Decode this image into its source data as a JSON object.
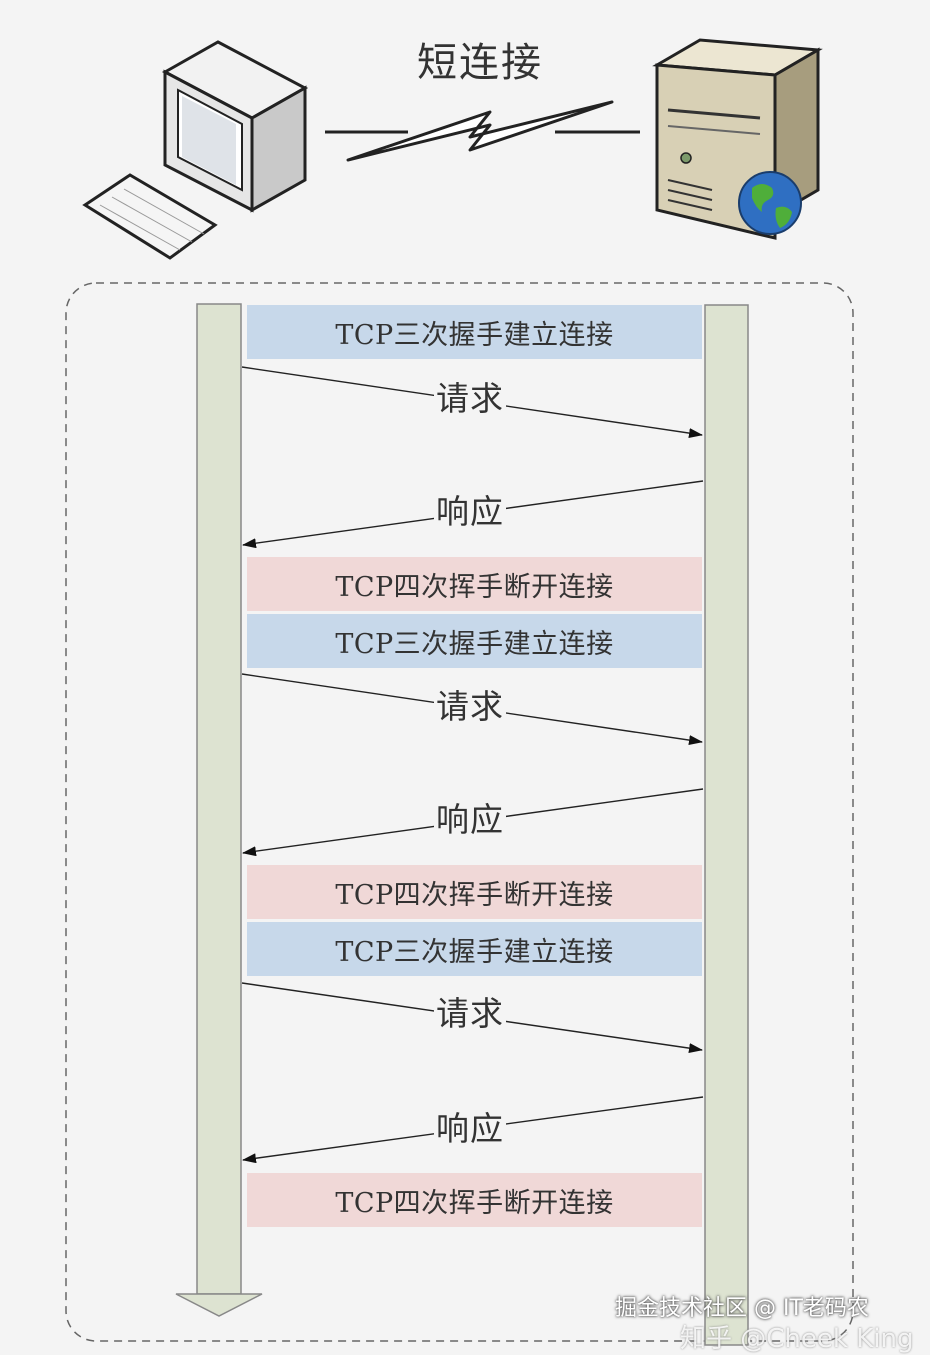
{
  "title": "短连接",
  "sequence": [
    {
      "kind": "band",
      "type": "open",
      "label": "TCP三次握手建立连接"
    },
    {
      "kind": "arrow",
      "direction": "right",
      "label": "请求"
    },
    {
      "kind": "arrow",
      "direction": "left",
      "label": "响应"
    },
    {
      "kind": "band",
      "type": "close",
      "label": "TCP四次挥手断开连接"
    },
    {
      "kind": "band",
      "type": "open",
      "label": "TCP三次握手建立连接"
    },
    {
      "kind": "arrow",
      "direction": "right",
      "label": "请求"
    },
    {
      "kind": "arrow",
      "direction": "left",
      "label": "响应"
    },
    {
      "kind": "band",
      "type": "close",
      "label": "TCP四次挥手断开连接"
    },
    {
      "kind": "band",
      "type": "open",
      "label": "TCP三次握手建立连接"
    },
    {
      "kind": "arrow",
      "direction": "right",
      "label": "请求"
    },
    {
      "kind": "arrow",
      "direction": "left",
      "label": "响应"
    },
    {
      "kind": "band",
      "type": "close",
      "label": "TCP四次挥手断开连接"
    }
  ],
  "icons": {
    "client": "desktop-computer-icon",
    "server": "web-server-icon",
    "link": "lightning-link-icon"
  },
  "colors": {
    "open_band": "#c7d8ea",
    "close_band": "#f0d8d7",
    "lifeline": "#dde3d1"
  },
  "watermark": {
    "line1": "掘金技术社区 @ IT老码农",
    "line2": "知乎 @Cheek King"
  }
}
